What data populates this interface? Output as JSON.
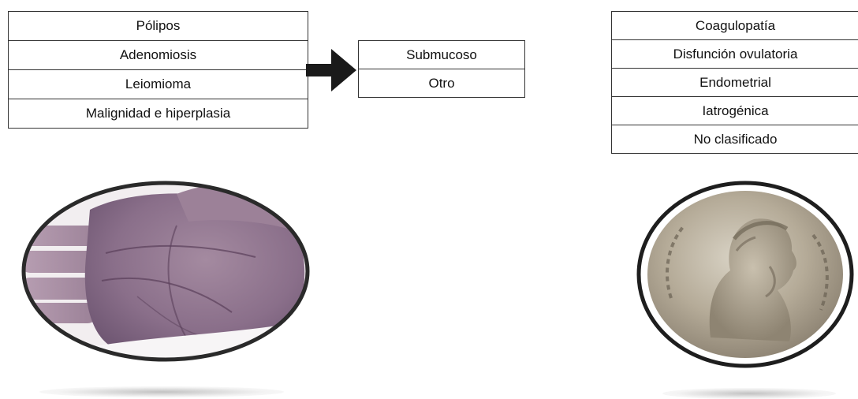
{
  "palm": {
    "items": [
      {
        "label": "Pólipos"
      },
      {
        "label": "Adenomiosis"
      },
      {
        "label": "Leiomioma"
      },
      {
        "label": "Malignidad e hiperplasia"
      }
    ]
  },
  "leiomioma_subtypes": {
    "items": [
      {
        "label": "Submucoso"
      },
      {
        "label": "Otro"
      }
    ]
  },
  "coein": {
    "items": [
      {
        "label": "Coagulopatía"
      },
      {
        "label": "Disfunción ovulatoria"
      },
      {
        "label": "Endometrial"
      },
      {
        "label": "Iatrogénica"
      },
      {
        "label": "No clasificado"
      }
    ]
  },
  "colors": {
    "border": "#333333",
    "arrow": "#1a1a1a",
    "ellipse_ring": "#2a2a2a"
  },
  "icons": {
    "arrow": "right-arrow-icon",
    "palm_image": "palm-hand-image",
    "coin_image": "roman-coin-image"
  }
}
